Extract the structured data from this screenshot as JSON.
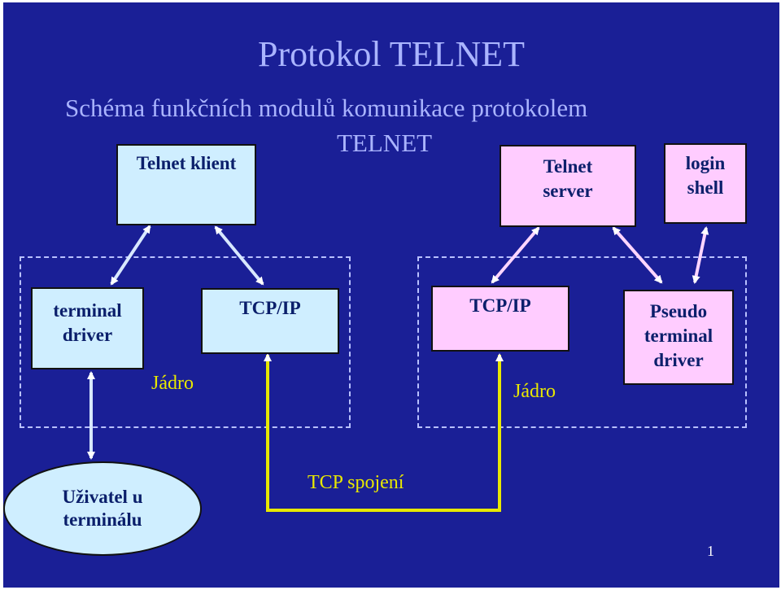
{
  "title": "Protokol TELNET",
  "subtitle_line1": "Schéma funkčních modulů komunikace protokolem",
  "subtitle_line2": "TELNET",
  "nodes": {
    "telnet_klient": "Telnet klient",
    "telnet_server": [
      "Telnet",
      "server"
    ],
    "login_shell": [
      "login",
      "shell"
    ],
    "terminal_driver": [
      "terminal",
      "driver"
    ],
    "tcpip_left": "TCP/IP",
    "tcpip_right": "TCP/IP",
    "pseudo_terminal_driver": [
      "Pseudo",
      "terminal",
      "driver"
    ],
    "user": [
      "Uživatel u",
      "terminálu"
    ]
  },
  "kernel_label": "Jádro",
  "connection_label": "TCP spojení",
  "page_number": "1",
  "colors": {
    "background": "#1a1f96",
    "client_box": "#cfeeff",
    "server_box": "#ffccff",
    "connection_line": "#e8e800"
  }
}
